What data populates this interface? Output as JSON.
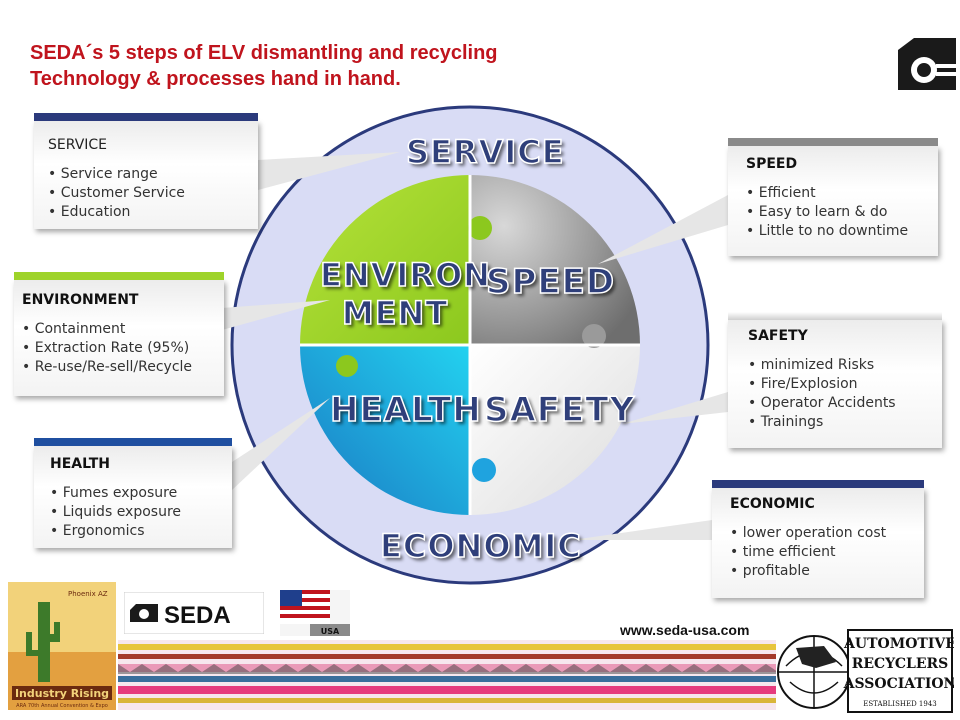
{
  "title": {
    "line1": "SEDA´s 5 steps of ELV dismantling and recycling",
    "line2": "Technology & processes hand in hand."
  },
  "colors": {
    "title": "#c0141d",
    "ring": "#d9dcf5",
    "ring_border": "#2b3a7c",
    "environment": "#9ed32a",
    "speed": "#8d8d8d",
    "health": "#1fa3df",
    "safety": "#f1f1f1",
    "label": "#2f3f7a"
  },
  "ring_labels": {
    "service": "SERVICE",
    "economic": "ECONOMIC"
  },
  "quadrants": {
    "environment_line1": "ENVIRON",
    "environment_line2": "MENT",
    "speed": "SPEED",
    "health": "HEALTH",
    "safety": "SAFETY"
  },
  "cards": {
    "service": {
      "heading": "SERVICE",
      "items": [
        "Service range",
        "Customer Service",
        "Education"
      ]
    },
    "environment": {
      "heading": "ENVIRONMENT",
      "items": [
        "Containment",
        "Extraction Rate (95%)",
        "Re-use/Re-sell/Recycle"
      ]
    },
    "health": {
      "heading": "HEALTH",
      "items": [
        "Fumes exposure",
        "Liquids exposure",
        "Ergonomics"
      ]
    },
    "speed": {
      "heading": "SPEED",
      "items": [
        "Efficient",
        "Easy to learn & do",
        "Little to no downtime"
      ]
    },
    "safety": {
      "heading": "SAFETY",
      "items": [
        "minimized Risks",
        "Fire/Explosion",
        "Operator Accidents",
        "Trainings"
      ]
    },
    "economic": {
      "heading": "ECONOMIC",
      "items": [
        "lower operation cost",
        "time efficient",
        "profitable"
      ]
    }
  },
  "footer": {
    "url": "www.seda-usa.com",
    "seda_logo": "SEDA",
    "usa_label": "USA",
    "event_logo": "Industry Rising",
    "event_small": "Phoenix AZ",
    "event_sub": "ARA 70th Annual Convention & Expo",
    "ara_line1": "AUTOMOTIVE",
    "ara_line2": "RECYCLERS",
    "ara_line3": "ASSOCIATION",
    "ara_established": "ESTABLISHED 1943"
  }
}
